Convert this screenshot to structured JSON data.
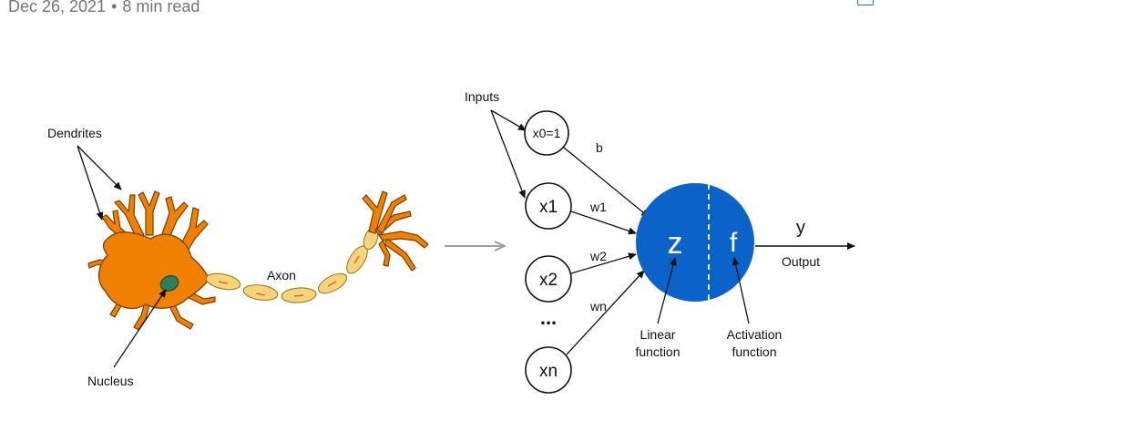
{
  "article": {
    "date": "Dec 26, 2021",
    "separator": "•",
    "read_time": "8 min read"
  },
  "neuron": {
    "dendrites_label": "Dendrites",
    "axon_label": "Axon",
    "nucleus_label": "Nucleus"
  },
  "perceptron": {
    "inputs_label": "Inputs",
    "nodes": [
      "x0=1",
      "x1",
      "x2",
      "xn"
    ],
    "ellipsis": "...",
    "weights": [
      "b",
      "w1",
      "w2",
      "wn"
    ],
    "z_label": "z",
    "f_label": "f",
    "output_symbol": "y",
    "output_label": "Output",
    "linear_line1": "Linear",
    "linear_line2": "function",
    "activation_line1": "Activation",
    "activation_line2": "function"
  },
  "colors": {
    "neuron_body": "#f08000",
    "neuron_outline": "#7a3d00",
    "axon_segment": "#f6d57a",
    "nucleus": "#2e7d5b",
    "perceptron_circle": "#0b62c9",
    "meta_text": "#757575",
    "arrow_gray": "#9e9e9e"
  }
}
